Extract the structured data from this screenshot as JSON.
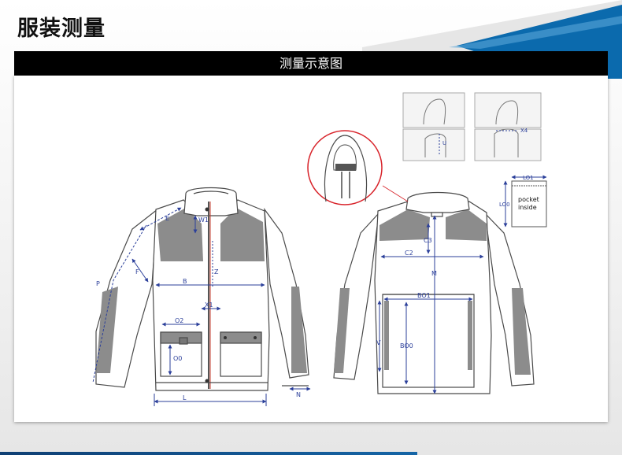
{
  "page": {
    "title": "服装测量",
    "banner": "测量示意图"
  },
  "labels": {
    "hood_u": "U",
    "hood_x4": "X4",
    "pocket_lo1": "LO1",
    "pocket_lo0": "LO0",
    "pocket_note_1": "pocket",
    "pocket_note_2": "inside",
    "front_e": "E",
    "front_w1": "W1",
    "front_p": "P",
    "front_f": "F",
    "front_b": "B",
    "front_z": "Z",
    "front_x1": "X1",
    "front_o2": "O2",
    "front_o0": "O0",
    "front_n": "N",
    "front_l": "L",
    "back_c3": "C3",
    "back_c2": "C2",
    "back_m": "M",
    "back_bo1": "BO1",
    "back_v": "V",
    "back_bo0": "BO0"
  },
  "colors": {
    "accent_blue": "#0b6aad",
    "measure_line": "#2b3f9a",
    "panel_grey": "#8c8c8c",
    "zoom_circle": "#d8232a",
    "zipper_red": "#c0392b"
  },
  "icons": {
    "zoom": "magnified-hood-collar-icon",
    "hood_photo_1": "hood-measure-photo-icon",
    "hood_photo_2": "hood-measure-photo-icon"
  }
}
